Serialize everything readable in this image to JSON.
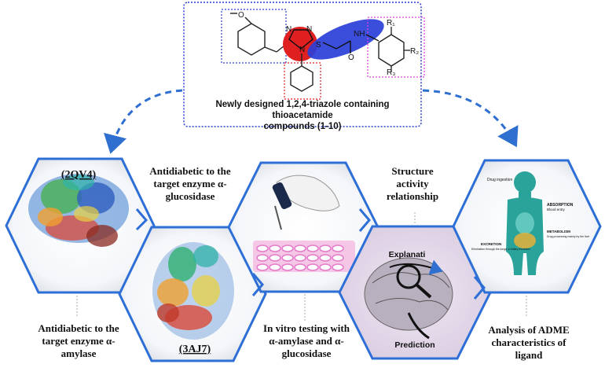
{
  "top_box": {
    "caption_line1": "Newly designed 1,2,4-triazole containing thioacetamide",
    "caption_line2": "compounds (1-10)",
    "chem": {
      "ring_n_left": "N",
      "ring_n_right": "N",
      "ring_n_bottom": "N",
      "sulfur": "S",
      "nh": "NH",
      "oxygen": "O",
      "r1": "R₁",
      "r2": "R₂",
      "r3": "R₃"
    }
  },
  "steps": {
    "pdb_2qv4": "(2QV4)",
    "pdb_3aj7": "(3AJ7)",
    "glucosidase_line1": "Antidiabetic to the",
    "glucosidase_line2": "target enzyme α-",
    "glucosidase_line3": "glucosidase",
    "amylase_line1": "Antidiabetic  to the",
    "amylase_line2": "target enzyme α-",
    "amylase_line3": "amylase",
    "invitro_line1": "In vitro testing with",
    "invitro_line2": "α-amylase  and α-",
    "invitro_line3": "glucosidase",
    "sar_line1": "Structure",
    "sar_line2": "activity",
    "sar_line3": "relationship",
    "adme_line1": "Analysis of ADME",
    "adme_line2": "characteristics of",
    "adme_line3": "ligand",
    "sar_explanation": "Explanati",
    "sar_prediction": "Prediction"
  },
  "adme_figure": {
    "drug_ingestion": "Drug ingestion",
    "absorption": "ABSORPTION",
    "blood_entry": "Blood entry",
    "metabolism": "METABOLISM",
    "metabolism_note": "Drug processing mainly by the liver",
    "excretion": "EXCRETION",
    "excretion_note": "Elimination through the lungs or biliary excretion"
  },
  "colors": {
    "frame_blue": "#2d6fd6",
    "box_blue": "#2b3fc9",
    "triazole_red": "#e02020",
    "thio_blue": "#2a3fd8",
    "aryl_magenta": "#e040e0",
    "arrow_blue": "#2f6fd0"
  }
}
